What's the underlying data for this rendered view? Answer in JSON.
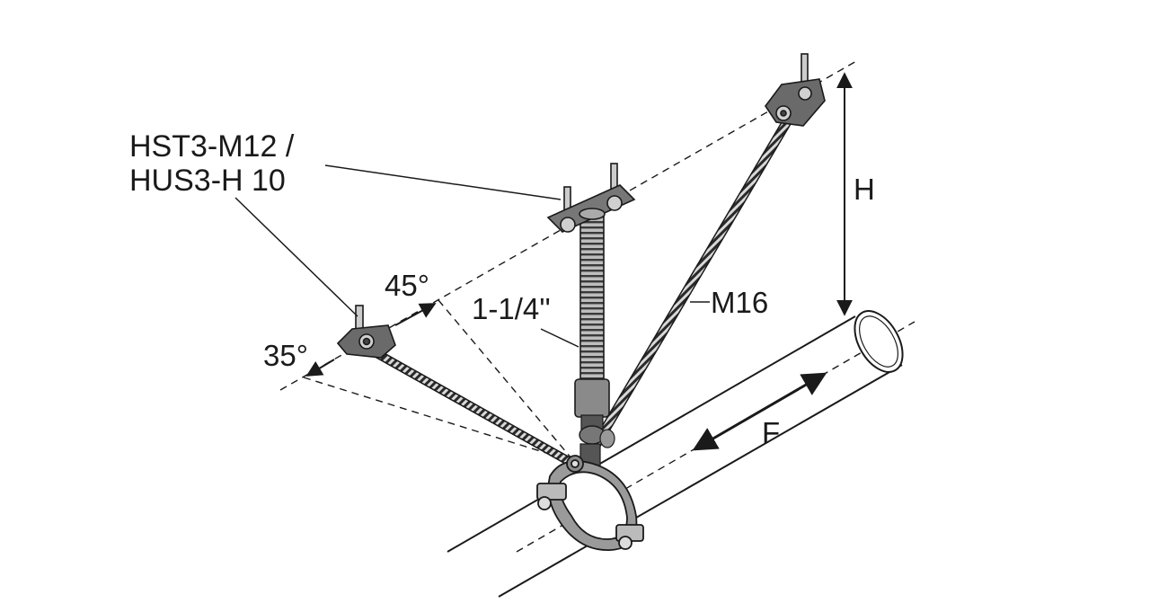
{
  "labels": {
    "anchor_line1": "HST3-M12 /",
    "anchor_line2": "HUS3-H 10",
    "angle_45": "45°",
    "angle_35": "35°",
    "pipe_size": "1-1/4''",
    "rod_size": "M16",
    "height": "H",
    "force": "F"
  },
  "colors": {
    "line": "#1a1a1a",
    "metal_dark": "#555555",
    "metal_mid": "#8a8a8a",
    "metal_light": "#c8c8c8",
    "background": "#ffffff"
  }
}
